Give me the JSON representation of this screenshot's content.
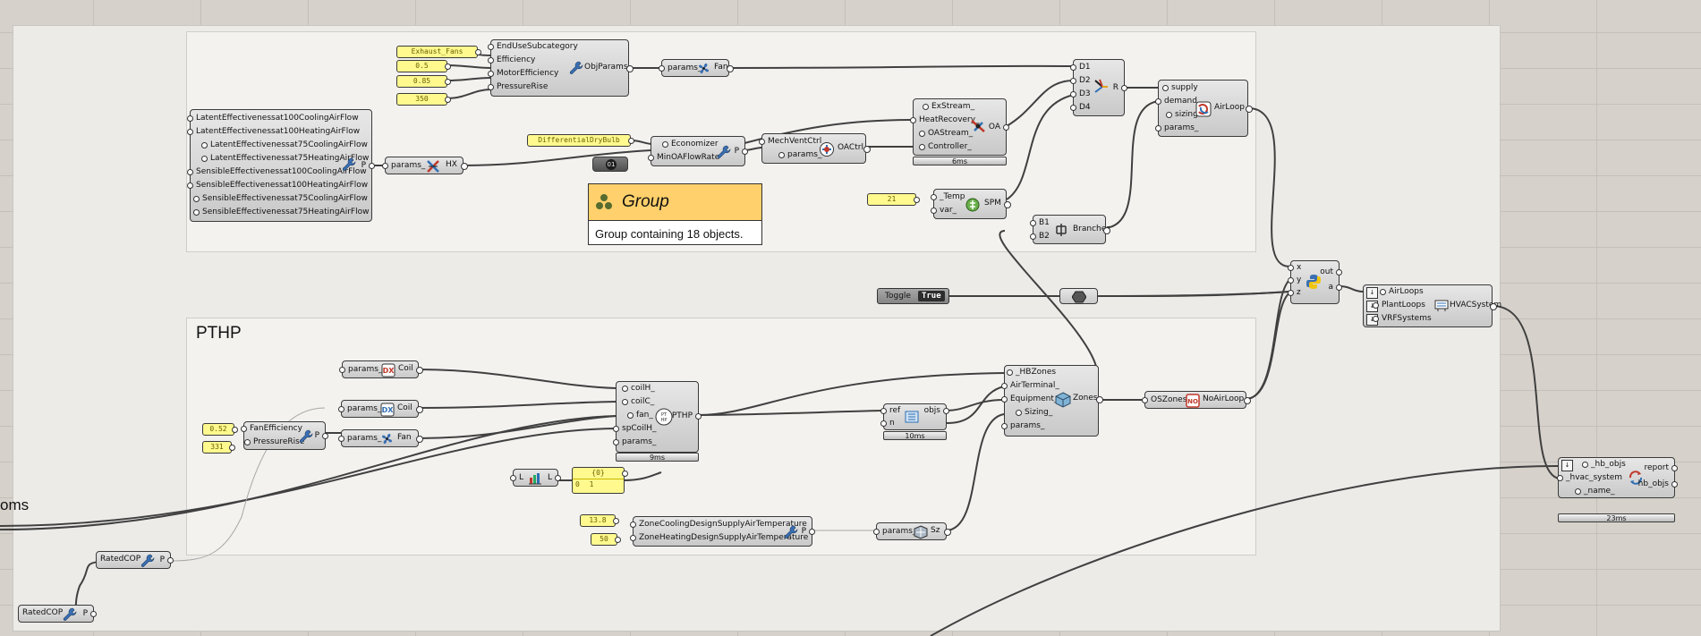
{
  "canvas": {
    "pthp_group_title": "PTHP",
    "offscreen_fragment": "oms"
  },
  "group_note": {
    "title": "Group",
    "body": "Group containing 18 objects."
  },
  "panels": {
    "exhaust": "Exhaust_Fans",
    "eff": "0.5",
    "motor_eff": "0.85",
    "pressure": "350",
    "economizer": "DifferentialDryBulb",
    "temp": "21",
    "fan_eff": "0.52",
    "pressure_rise": "331",
    "cooling_temp": "13.8",
    "heating_temp": "50",
    "list_panel_header": "{0}",
    "list_panel_item_index": "0",
    "list_panel_item_value": "1"
  },
  "toggle": {
    "label": "Toggle",
    "value": "True"
  },
  "components": {
    "objparams": {
      "inputs": [
        "EndUseSubcategory",
        "Efficiency",
        "MotorEfficiency",
        "PressureRise"
      ],
      "nick": "ObjParams"
    },
    "fan_top": {
      "input": "params_",
      "nick": "Fan"
    },
    "hx_params": {
      "inputs": [
        "LatentEffectivenessat100CoolingAirFlow",
        "LatentEffectivenessat100HeatingAirFlow",
        "LatentEffectivenessat75CoolingAirFlow",
        "LatentEffectivenessat75HeatingAirFlow",
        "SensibleEffectivenessat100CoolingAirFlow",
        "SensibleEffectivenessat100HeatingAirFlow",
        "SensibleEffectivenessat75CoolingAirFlow",
        "SensibleEffectivenessat75HeatingAirFlow"
      ],
      "output": "P"
    },
    "hx": {
      "input": "params_",
      "nick": "HX"
    },
    "econ": {
      "inputs": [
        "Economizer",
        "MinOAFlowRate"
      ],
      "output": "P"
    },
    "oactrl": {
      "inputs": [
        "MechVentCtrl_",
        "params_"
      ],
      "nick": "OACtrl"
    },
    "oa": {
      "inputs": [
        "ExStream_",
        "HeatRecovery_",
        "OAStream_",
        "Controller_"
      ],
      "output": "OA",
      "timing": "6ms"
    },
    "merge": {
      "inputs": [
        "D1",
        "D2",
        "D3",
        "D4"
      ],
      "output": "R"
    },
    "airloop": {
      "inputs": [
        "supply",
        "demand",
        "sizing",
        "params_"
      ],
      "nick": "AirLoop"
    },
    "spm": {
      "inputs": [
        "_Temp",
        "var_"
      ],
      "nick": "SPM"
    },
    "branches": {
      "inputs": [
        "B1",
        "B2"
      ],
      "nick": "Branches"
    },
    "python": {
      "inputs": [
        "x",
        "y",
        "z"
      ],
      "outputs": [
        "out",
        "a"
      ]
    },
    "hvacsystem": {
      "inputs": [
        "AirLoops",
        "PlantLoops",
        "VRFSystems"
      ],
      "nick": "HVACSystem"
    },
    "coil1": {
      "input": "params_",
      "nick": "Coil"
    },
    "coil2": {
      "input": "params_",
      "nick": "Coil"
    },
    "fan2": {
      "input": "params_",
      "nick": "Fan"
    },
    "fanparams": {
      "inputs": [
        "FanEfficiency",
        "PressureRise"
      ],
      "output": "P"
    },
    "pthp": {
      "inputs": [
        "coilH_",
        "coilC_",
        "fan_",
        "spCoilH_",
        "params_"
      ],
      "output": "PTHP",
      "timing": "9ms"
    },
    "zones": {
      "inputs": [
        "_HBZones",
        "AirTerminal_",
        "Equipment_",
        "Sizing_",
        "params_"
      ],
      "nick": "Zones"
    },
    "noairloop": {
      "input": "OSZones",
      "nick": "NoAirLoop"
    },
    "listitem": {
      "inputs": [
        "ref",
        "n"
      ],
      "output": "objs",
      "timing": "10ms"
    },
    "lenlist": {
      "input": "L",
      "output": "L"
    },
    "sizing": {
      "inputs": [
        "ZoneCoolingDesignSupplyAirTemperature",
        "ZoneHeatingDesignSupplyAirTemperature"
      ],
      "output": "P"
    },
    "sz": {
      "input": "params_",
      "nick": "Sz"
    },
    "exporter": {
      "inputs": [
        "_hb_objs",
        "_hvac_system",
        "_name_"
      ],
      "outputs": [
        "report",
        "hb_objs"
      ],
      "timing": "23ms"
    },
    "ratedcop1": {
      "nick": "RatedCOP",
      "output": "P"
    },
    "ratedcop2": {
      "nick": "RatedCOP",
      "output": "P"
    }
  }
}
